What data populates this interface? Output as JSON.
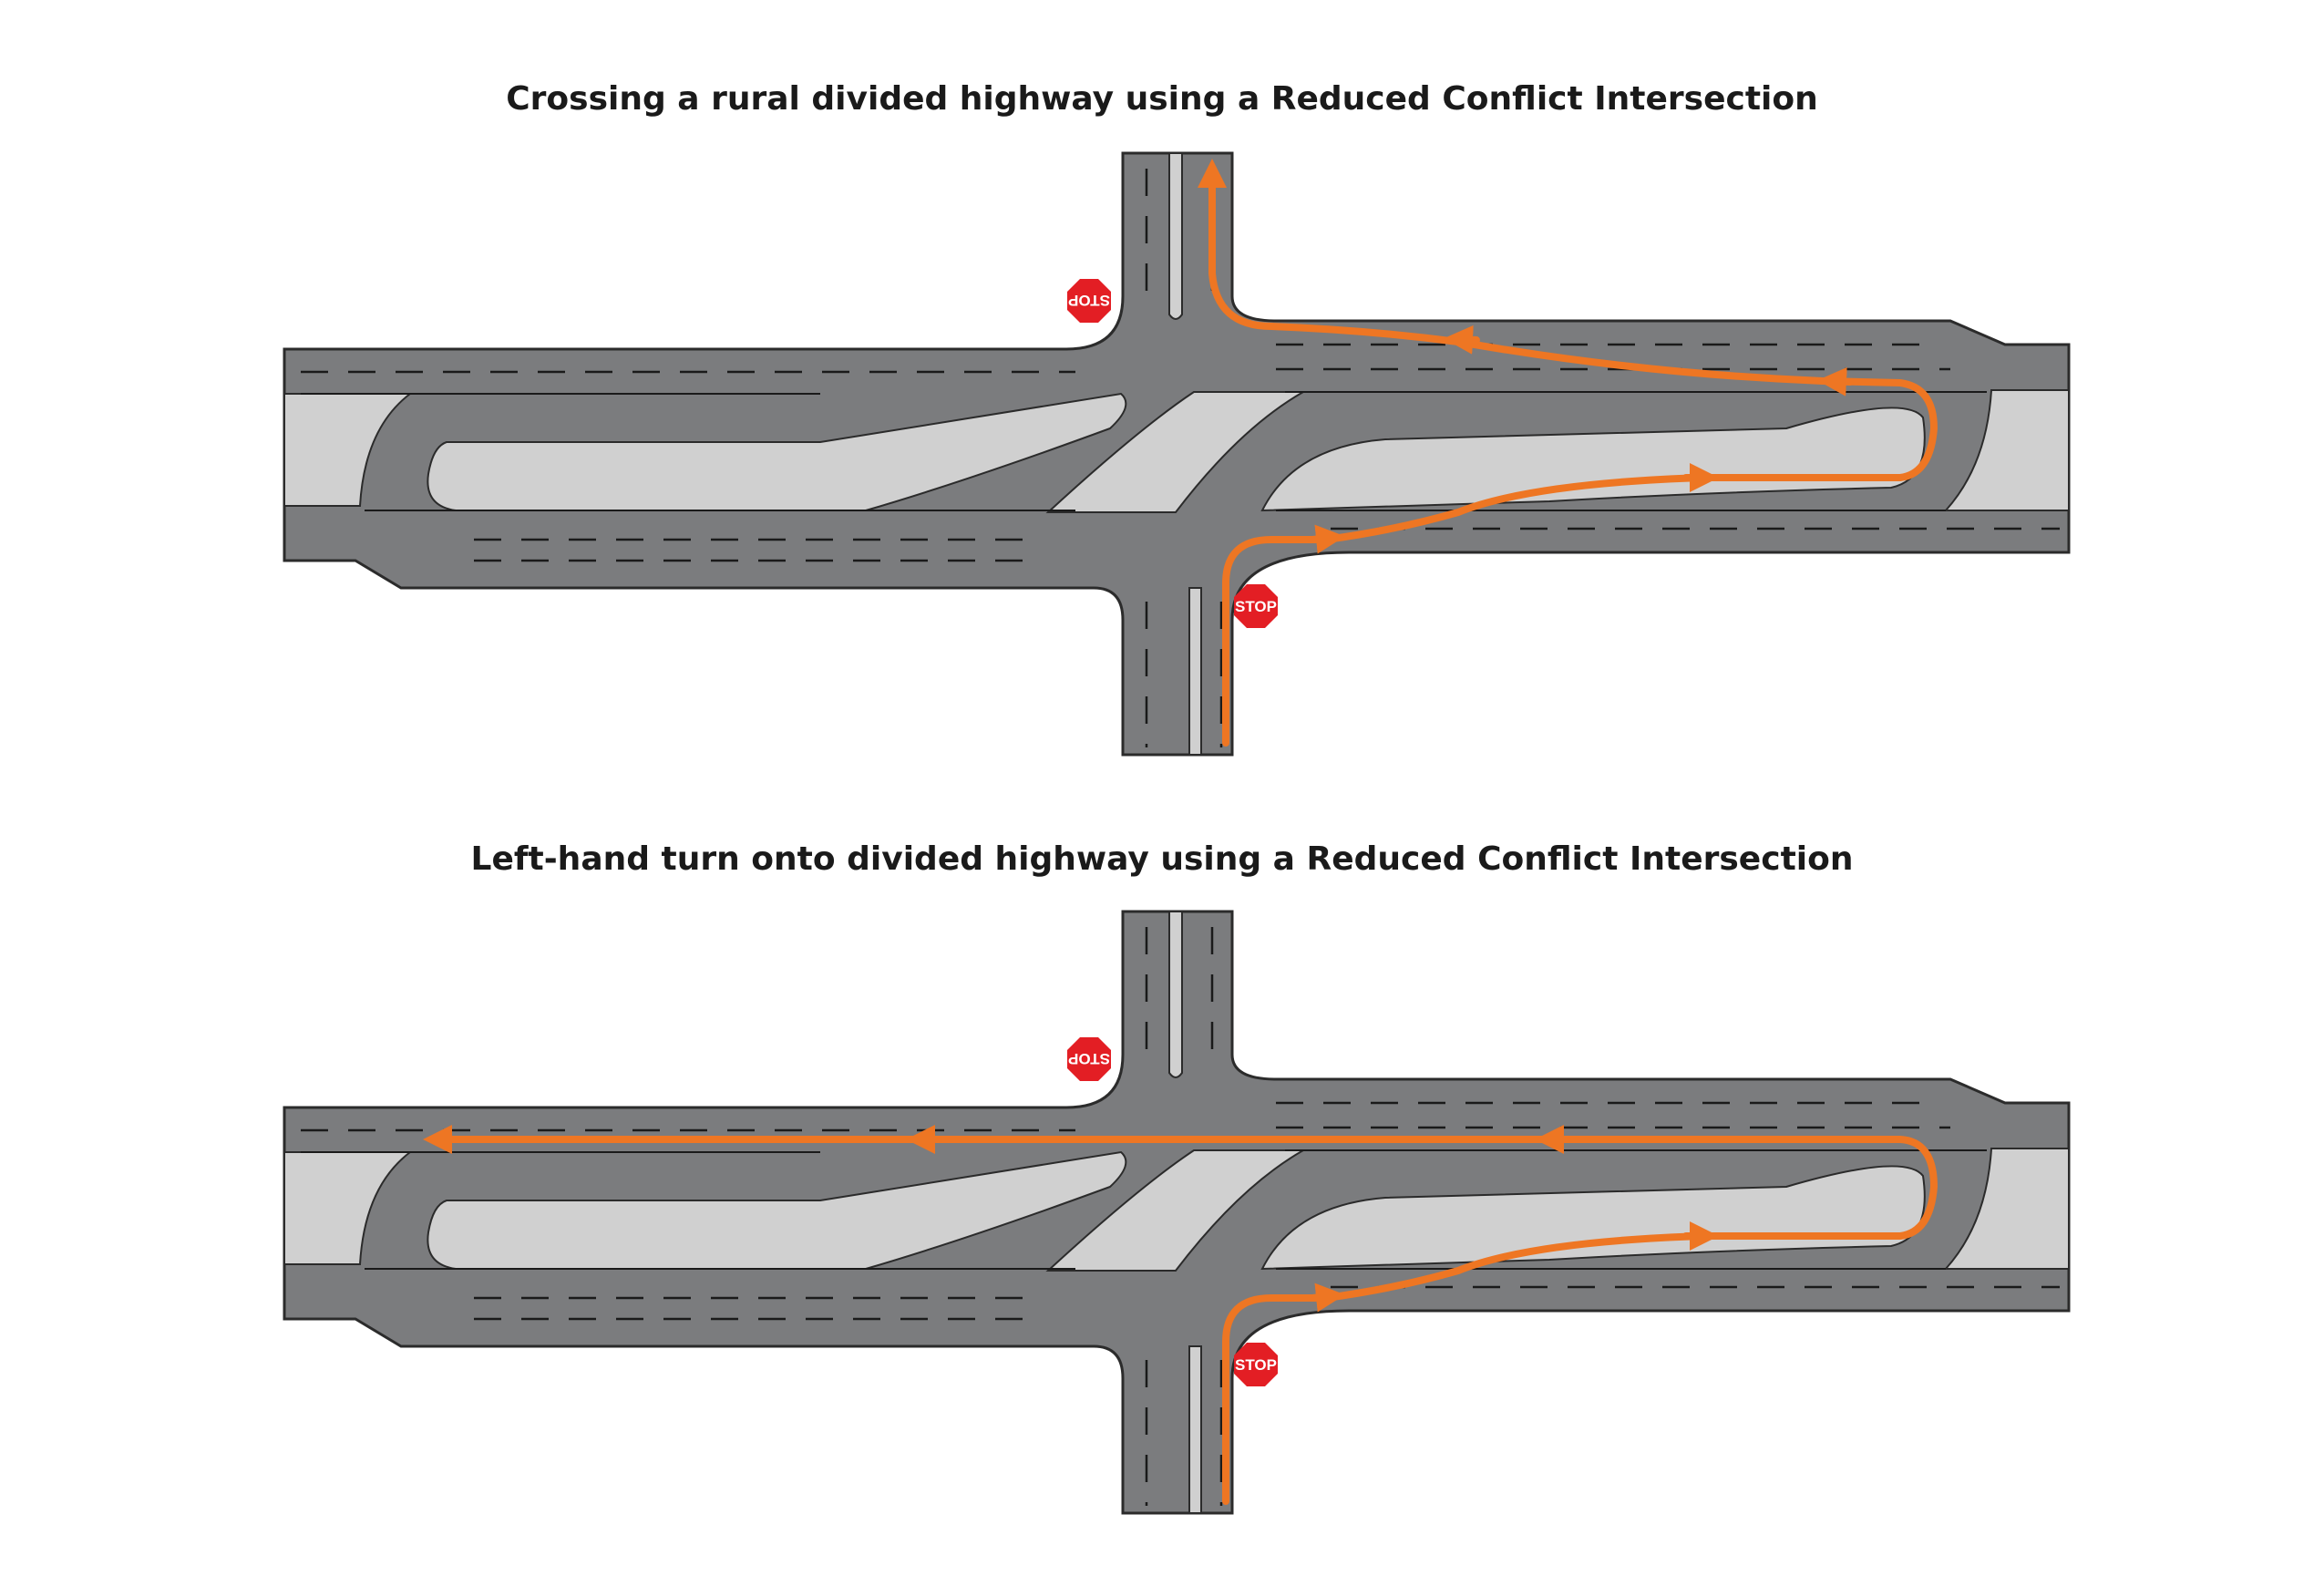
{
  "diagrams": [
    {
      "title": "Crossing a rural divided highway using a Reduced Conflict Intersection",
      "route": "crossing"
    },
    {
      "title": "Left-hand turn onto divided highway using a Reduced Conflict Intersection",
      "route": "left-turn"
    }
  ],
  "stop_sign": {
    "label": "STOP",
    "color": "#e31e24"
  },
  "colors": {
    "road": "#7b7c7e",
    "road_edge": "#2b2b2b",
    "median": "#d0d0d0",
    "lane_marking": "#1a1a1a",
    "route": "#ee7623"
  }
}
